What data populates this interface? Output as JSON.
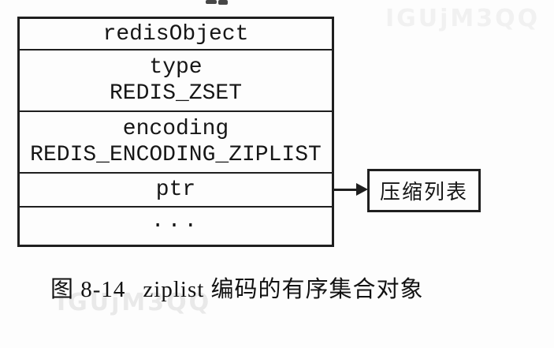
{
  "figure": {
    "diagram": {
      "struct_box": {
        "rows": [
          {
            "name": "header",
            "lines": [
              "redisObject"
            ]
          },
          {
            "name": "type",
            "lines": [
              "type",
              "REDIS_ZSET"
            ]
          },
          {
            "name": "encoding",
            "lines": [
              "encoding",
              "REDIS_ENCODING_ZIPLIST"
            ]
          },
          {
            "name": "ptr",
            "lines": [
              "ptr"
            ]
          },
          {
            "name": "ellipsis",
            "lines": [
              "..."
            ]
          }
        ]
      },
      "pointer_target": {
        "label": "压缩列表"
      }
    },
    "caption": {
      "number": "图 8-14",
      "text": "ziplist 编码的有序集合对象"
    },
    "watermark": {
      "text": "IGUjM3QQ"
    },
    "colors": {
      "line": "#1f1f1f",
      "text": "#161616",
      "background": "#fdfdfd",
      "watermark_top": "#f1f1f1",
      "watermark_bottom": "#e9e9e9"
    }
  }
}
